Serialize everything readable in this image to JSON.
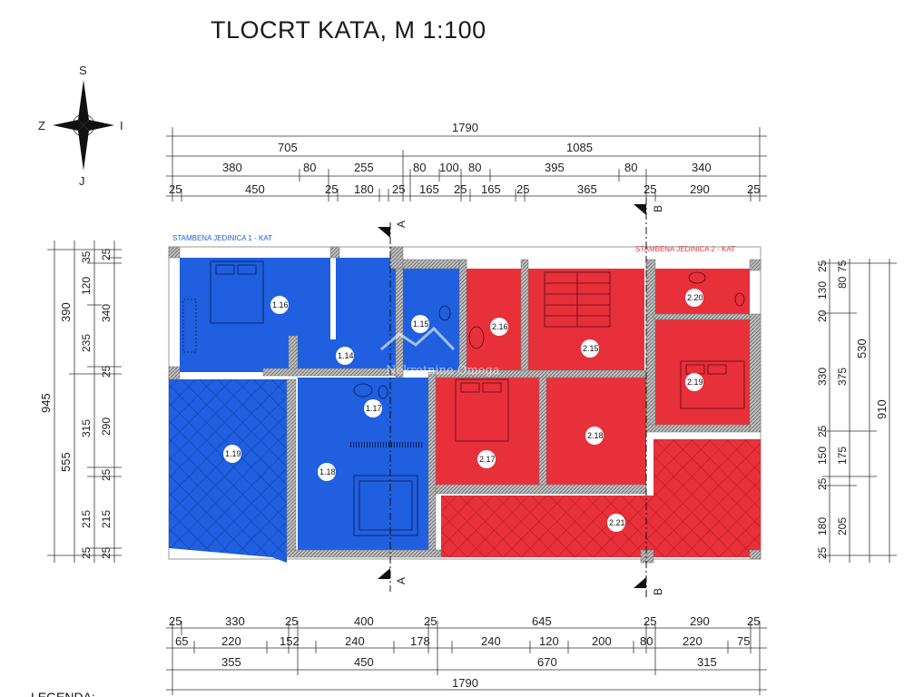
{
  "title": "TLOCRT KATA, M 1:100",
  "compass": {
    "north": "S",
    "south": "J",
    "west": "Z",
    "east": "I"
  },
  "units": {
    "unit1": {
      "label": "STAMBENA JEDINICA 1 - KAT",
      "color": "#1f5fe0"
    },
    "unit2": {
      "label": "STAMBENA JEDINICA 2 - KAT",
      "color": "#e8303a"
    }
  },
  "rooms": [
    "1.16",
    "1.14",
    "1.15",
    "2.16",
    "2.15",
    "2.20",
    "2.19",
    "1.17",
    "1.19",
    "1.18",
    "2.17",
    "2.18",
    "2.21"
  ],
  "sections": {
    "a": "A",
    "b": "B"
  },
  "watermark": "Nekretnine Omega",
  "dims_top": {
    "row1": [
      "1790"
    ],
    "row2": [
      "705",
      "1085"
    ],
    "row3": [
      "380",
      "80",
      "255",
      "80",
      "100",
      "80",
      "395",
      "80",
      "340"
    ],
    "row4": [
      "25",
      "450",
      "25",
      "180",
      "25",
      "165",
      "25",
      "165",
      "25",
      "365",
      "25",
      "290",
      "25"
    ]
  },
  "dims_bottom": {
    "row1": [
      "25",
      "330",
      "25",
      "400",
      "25",
      "645",
      "25",
      "290",
      "25"
    ],
    "row2": [
      "65",
      "220",
      "152",
      "240",
      "178",
      "240",
      "120",
      "200",
      "80",
      "220",
      "75"
    ],
    "row3": [
      "355",
      "450",
      "670",
      "315"
    ],
    "row4": [
      "1790"
    ]
  },
  "dims_left": {
    "outer": [
      "945"
    ],
    "mid": [
      "390",
      "555"
    ],
    "inner": [
      "120",
      "235",
      "315",
      "215"
    ],
    "small": [
      "35",
      "25",
      "340",
      "25",
      "290",
      "25",
      "215",
      "25",
      "25"
    ]
  },
  "dims_right": {
    "outer": [
      "910"
    ],
    "mid": [
      "530"
    ],
    "inner": [
      "80",
      "375",
      "175",
      "205"
    ],
    "inner2": [
      "130",
      "330",
      "150",
      "180"
    ],
    "small": [
      "25",
      "75",
      "20",
      "25",
      "25",
      "25"
    ]
  },
  "legend": "LEGENDA:"
}
